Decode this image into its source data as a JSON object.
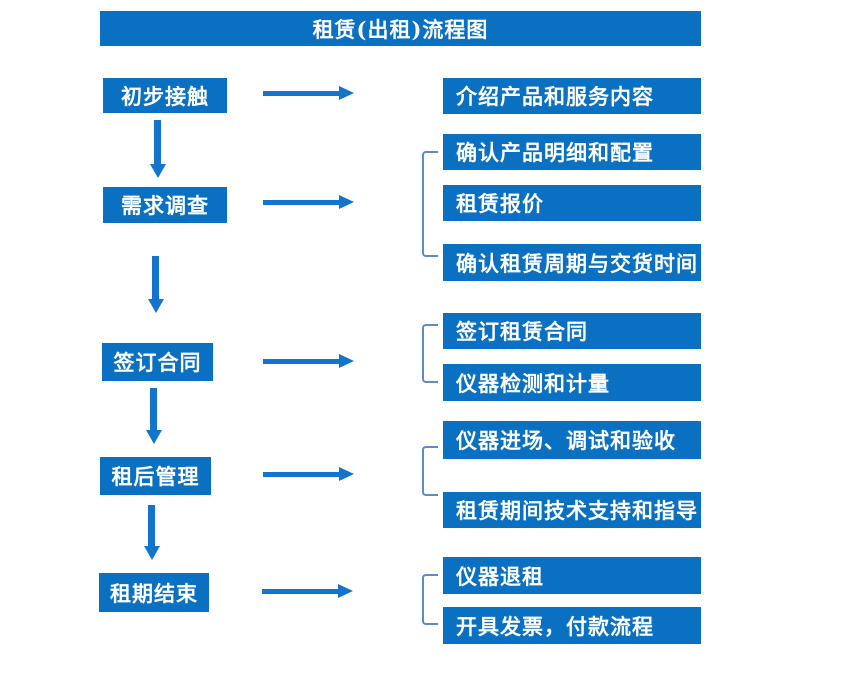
{
  "title": "租赁(出租)流程图",
  "colors": {
    "box_blue": "#0a70c2",
    "arrow_blue": "#1274cd",
    "bracket_blue": "#6089c8",
    "text_white": "#ffffff",
    "background": "#ffffff"
  },
  "stages": [
    {
      "label": "初步接触",
      "details": [
        "介绍产品和服务内容"
      ]
    },
    {
      "label": "需求调查",
      "details": [
        "确认产品明细和配置",
        "租赁报价",
        "确认租赁周期与交货时间"
      ]
    },
    {
      "label": "签订合同",
      "details": [
        "签订租赁合同",
        "仪器检测和计量"
      ]
    },
    {
      "label": "租后管理",
      "details": [
        "仪器进场、调试和验收",
        "租赁期间技术支持和指导"
      ]
    },
    {
      "label": "租期结束",
      "details": [
        "仪器退租",
        "开具发票，付款流程"
      ]
    }
  ]
}
